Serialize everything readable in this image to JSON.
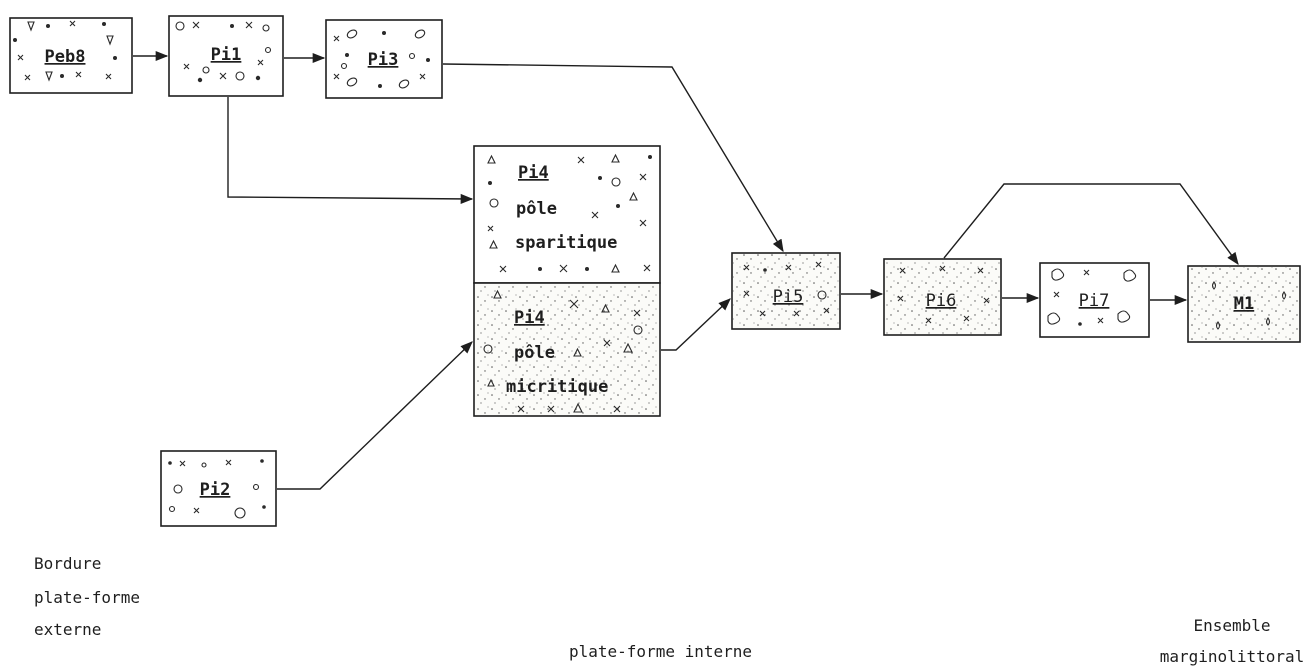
{
  "facies": {
    "peb8": "Peb8",
    "pi1": "Pi1",
    "pi3": "Pi3",
    "pi4_sparitic": {
      "name": "Pi4",
      "line1": "pôle",
      "line2": "sparitique"
    },
    "pi4_micritic": {
      "name": "Pi4",
      "line1": "pôle",
      "line2": "micritique"
    },
    "pi2": "Pi2",
    "pi5": "Pi5",
    "pi6": "Pi6",
    "pi7": "Pi7",
    "m1": "M1"
  },
  "zones": {
    "outer": [
      "Bordure",
      "plate-forme",
      "externe"
    ],
    "inner": "plate-forme interne",
    "marginal": [
      "Ensemble",
      "marginolittoral"
    ]
  },
  "colors": {
    "ink": "#1e1e1e",
    "paper": "#ffffff"
  }
}
